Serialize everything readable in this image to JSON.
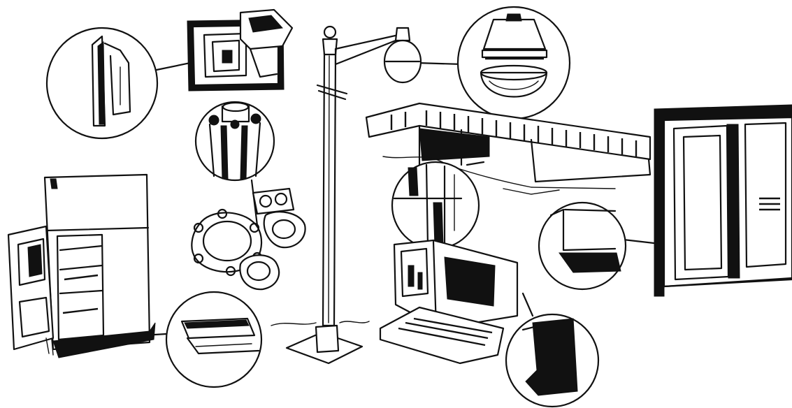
{
  "figure": {
    "background": "#ffffff",
    "ink": "#111111",
    "style": "black-and-white line drawing",
    "items": [
      {
        "id": "socket-cover-detail",
        "icon": "rubber-hinge-icon"
      },
      {
        "id": "electrical-outlet-cover",
        "icon": "outlet-cover-icon"
      },
      {
        "id": "pole-seal-detail",
        "icon": "rubber-seal-icon"
      },
      {
        "id": "gaskets",
        "icon": "gasket-icon"
      },
      {
        "id": "street-lamp-pole",
        "icon": "lamp-post-icon"
      },
      {
        "id": "globe-gasket-detail",
        "icon": "globe-icon"
      },
      {
        "id": "building",
        "icon": "building-icon"
      },
      {
        "id": "window-seal-detail",
        "icon": "window-seal-icon"
      },
      {
        "id": "sliding-window",
        "icon": "window-icon"
      },
      {
        "id": "refrigerator",
        "icon": "refrigerator-icon"
      },
      {
        "id": "door-gasket-detail",
        "icon": "door-gasket-icon"
      },
      {
        "id": "computer-terminal",
        "icon": "computer-icon"
      },
      {
        "id": "terminal-edge-detail",
        "icon": "edge-trim-icon"
      },
      {
        "id": "curtain-wall-detail",
        "icon": "mullion-icon"
      }
    ]
  }
}
